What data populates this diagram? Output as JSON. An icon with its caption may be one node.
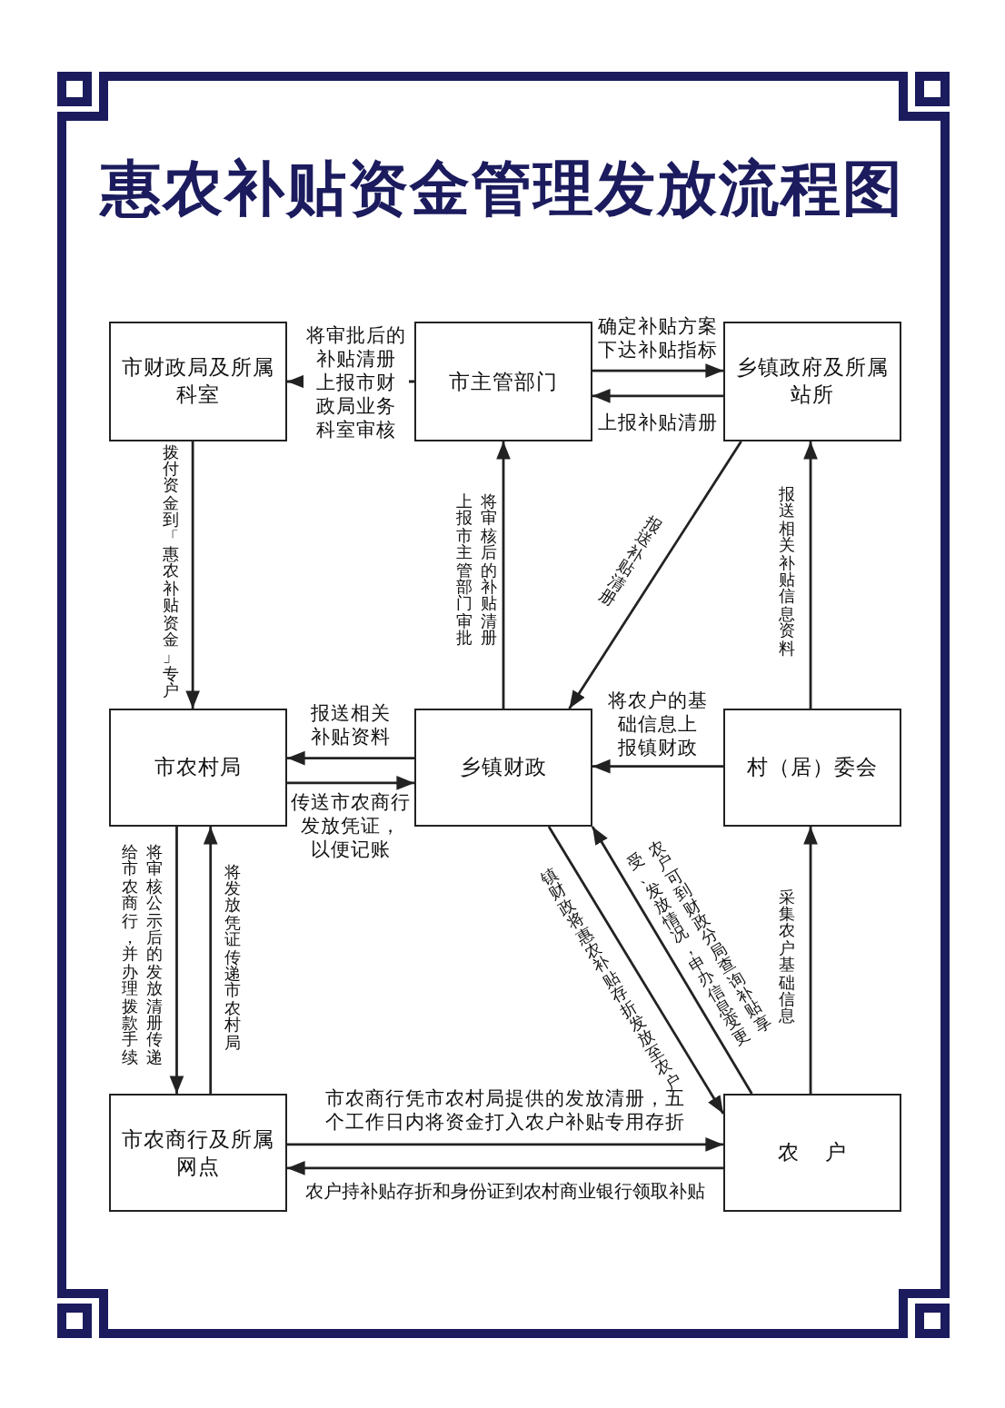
{
  "diagram": {
    "title": "惠农补贴资金管理发放流程图",
    "nodes": [
      {
        "text": [
          "市财政局及所属科室"
        ]
      },
      {
        "text": [
          "市主管部门"
        ]
      },
      {
        "text": [
          "乡镇政府及所属站所"
        ]
      },
      {
        "text": [
          "市农村局"
        ]
      },
      {
        "text": [
          "乡镇财政"
        ]
      },
      {
        "text": [
          "村（居）委会"
        ]
      },
      {
        "text": [
          "市农商行及所属网点"
        ]
      },
      {
        "text": [
          "农户"
        ]
      }
    ],
    "edges": [
      {
        "from": 1,
        "to": 0,
        "arrow": "to",
        "label": "将审批后的补贴清册上报市财政局业务科室审核"
      },
      {
        "from": 1,
        "to": 2,
        "arrow": "to",
        "label": "确定补贴方案下达补贴指标"
      },
      {
        "from": 2,
        "to": 1,
        "arrow": "to",
        "label": "上报补贴清册"
      },
      {
        "from": 0,
        "to": 3,
        "arrow": "to",
        "label": "拨付资金到「惠农补贴资金」专户"
      },
      {
        "from": 4,
        "to": 1,
        "arrow": "to",
        "label": "将审核后的补贴清册上报市主管部门审批"
      },
      {
        "from": 2,
        "to": 4,
        "arrow": "to",
        "label": "报送补贴清册"
      },
      {
        "from": 5,
        "to": 2,
        "arrow": "to",
        "label": "报送相关补贴信息资料"
      },
      {
        "from": 4,
        "to": 3,
        "arrow": "to",
        "label": "报送相关补贴资料"
      },
      {
        "from": 3,
        "to": 4,
        "arrow": "to",
        "label": "传送市农商行发放凭证，以便记账"
      },
      {
        "from": 5,
        "to": 4,
        "arrow": "to",
        "label": "将农户的基础信息上报镇财政"
      },
      {
        "from": 3,
        "to": 6,
        "arrow": "to",
        "label": "将审核公示后的发放清册传递给市农商行，并办理拨款手续"
      },
      {
        "from": 6,
        "to": 3,
        "arrow": "to",
        "label": "将发放凭证传递市农村局"
      },
      {
        "from": 4,
        "to": 7,
        "arrow": "to",
        "label": "镇财政将惠农补贴存折发放至农户"
      },
      {
        "from": 7,
        "to": 4,
        "arrow": "to",
        "label": "农户可到财政分局查询补贴享受、发放情况，申办信息变更"
      },
      {
        "from": 7,
        "to": 5,
        "arrow": "to",
        "label": "采集农户基础信息"
      },
      {
        "from": 6,
        "to": 7,
        "arrow": "to",
        "label": "市农商行凭市农村局提供的发放清册，五个工作日内将资金打入农户补贴专用存折"
      },
      {
        "from": 7,
        "to": 6,
        "arrow": "to",
        "label": "农户持补贴存折和身份证到农村商业银行领取补贴"
      }
    ]
  }
}
